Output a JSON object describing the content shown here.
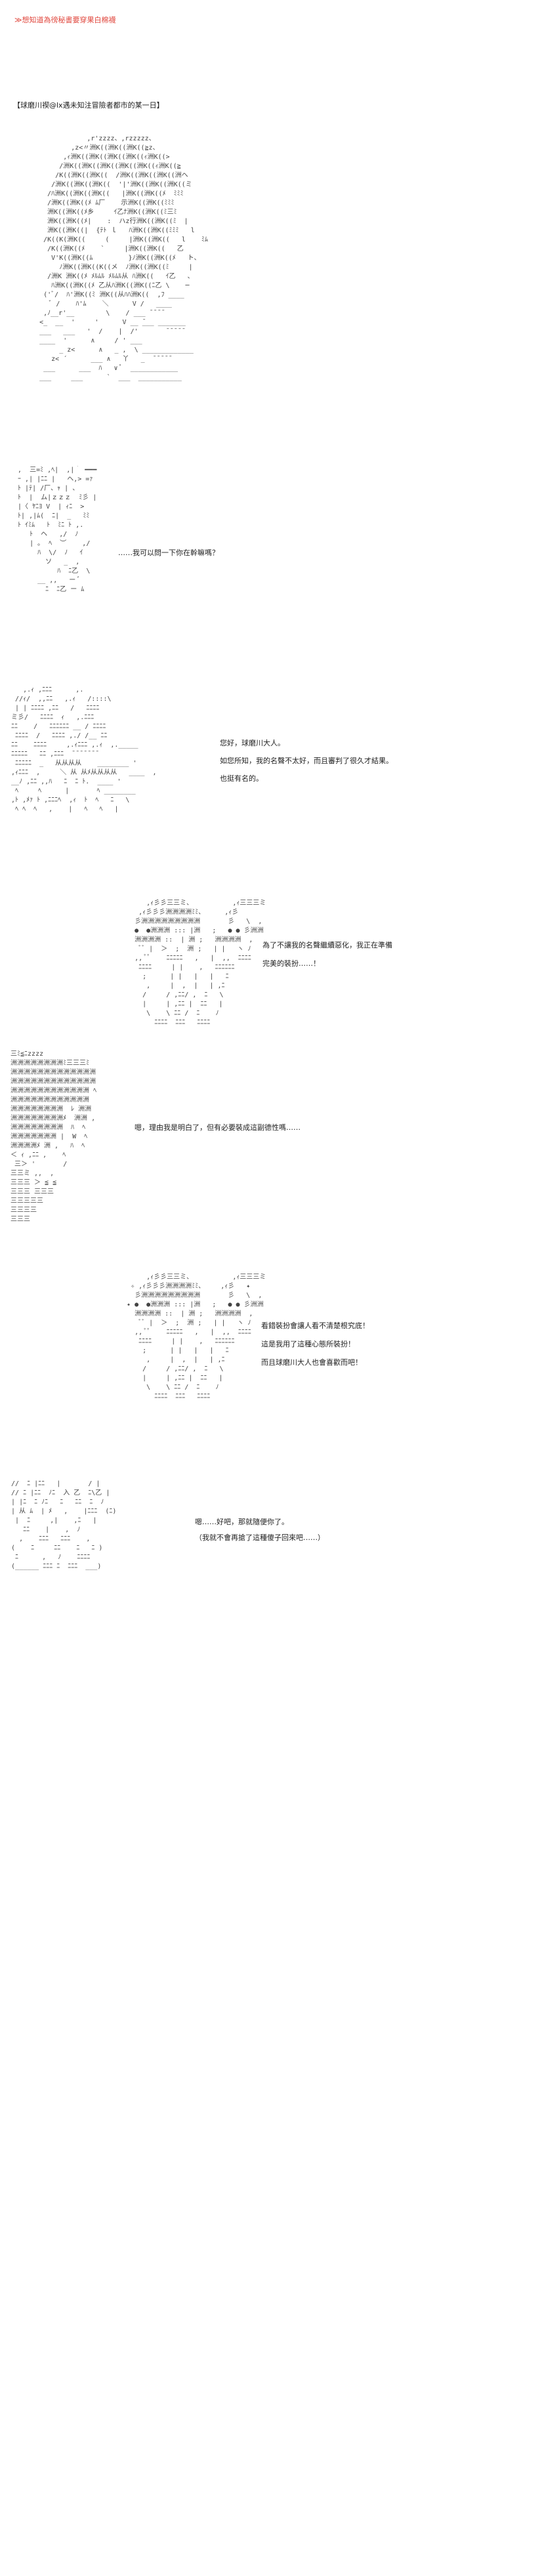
{
  "header": {
    "title": "≫想知道為徬秘書要穿果白棉襪",
    "chapter_heading": "【球磨川禊@lx遇未知注冒險者都市的某一日】"
  },
  "scenes": [
    {
      "art": [
        "                 ,r'zzzz、,rzzzzz、",
        "             ,z<〃洲K((洲K((洲K((≧z、",
        "           ,ｨ洲K((洲K((洲K((洲K((ｨ洲K((>",
        "          /洲K((洲K((洲K((洲K((洲K((ｨ洲K((≧",
        "         /K((洲K((洲K((  /洲K((洲K((洲K((洲ヘ",
        "        /洲K((洲K((洲K((  '|'洲K((洲K((洲K((ミ",
        "       /ﾊ洲K((洲K((洲K((   |洲K((洲K((ﾒ  ﾐﾐﾐ",
        "       /洲K((洲K((ﾒ ﾑ厂    示洲K((洲K((ﾐﾐﾐ",
        "       洲K((洲K((ﾒ乡     ｲ乙ﾅ洲K((洲K((ﾐ三ﾐ",
        "       洲K((洲K((ﾒ|    :  ハz行洲K((洲K((ﾐ  |",
        "       洲K((洲K((|  {ﾃﾄ ｌ   ﾊ洲K((洲K((ﾐﾐﾐ   l",
        "      /K((K(洲K((     (     |洲K((洲K((   l    ﾐﾑ",
        "       /K((洲K((ﾒ    `     |洲K((洲K((   乙",
        "        V'K((洲K((ﾑ         }ﾉ洲K((洲K((ﾒ   ト、",
        "          ﾉ洲K((洲K((K((メ  ﾉ洲K((洲K((ﾐ     |",
        "       /洲K 洲K((ﾒ ﾒﾙﾑﾙ ﾒﾙﾑﾙ从 ﾊ洲K((   ｲ乙   、",
        "        ﾊ洲K((洲K((ﾒ 乙从ﾊ洲K((洲K((ﾆ乙 \\    ─",
        "      ('ﾞ/  ﾊ'洲K((ﾐ 洲K((从ﾊﾊ洲K((  ,ﾌ ____",
        "        ﾞ /    ﾊ'ﾑ    ＼      V /   ____",
        "      ,ﾉ__r'__        \\    / ___ ̄ ̄ ̄ ̄",
        "     <_  __  '     '      V __ ̄___ _______",
        "     ___   ___   '  /    |  /'       ̄ ̄ ̄ ̄ ̄",
        "     ____  '      ∧     / ' ___",
        "          _ z<      ∧   _ ,  \\ _____________",
        "        z< ´      ___ ∧   丫   _  ̄ ̄ ̄ ̄ ̄",
        "      ___      ___  ﾊ   ∨ ﾟ  ____________",
        "     ___     ___      `  ___  ___________"
      ],
      "lines": []
    },
    {
      "art": [
        "  ,  三=ﾐ ,ﾍ|  ,|｀ ━━━",
        "  ｰ ,| |ﾆﾆ |   ヘ,> =ｧ",
        "  ﾄ |ﾃ| /厂、ｬ | 、",
        "  ﾄ  |  ム|ｚｚｚ  ﾐ彡 |",
        "  |〈 ﾔﾆﾖ V  | ｨﾆ  >",
        "  ﾄ| ,|ﾑ(  ﾆ|  _   ﾐﾐ",
        "  ﾄ ｲﾐﾑ   ﾄ  ﾐﾆ ﾄ ,.",
        "     ﾄ  ヘ   ,/  ﾉ",
        "     | ｡  ﾍ  ︶    ,/",
        "       ﾊ  \\/  ﾉ   ｲ",
        "         ソ   _  ,",
        "            ﾊ  ﾆ乙  \\",
        "       __ ,,   ー ﾞ",
        "         ﾆ  ﾆ乙 ー ﾑ"
      ],
      "lines": [
        "……我可以問一下你在幹嘛嗎？"
      ]
    },
    {
      "art": [
        "     ,.ｨ ,ﾆﾆﾆ      ,.",
        "   //ｨ/  ,,ﾆﾆ   ,.ｨ   /::::\\",
        "   | | ﾆﾆﾆﾆ ,ﾆﾆ   /   ﾆﾆﾆﾆ",
        "  ミ彡/   ﾆﾆﾆﾆ  ｨ   ,.ﾆﾆﾆ",
        "  ﾆﾆ    /   ﾆﾆﾆﾆﾆﾆ __ / ﾆﾆﾆﾆ",
        "   ﾆﾆﾆﾆ  /   ﾆﾆﾆﾆ ,./ /__ ﾆﾆ",
        "  ﾆﾆ    ﾆﾆﾆﾆ     ,.ｨﾆﾆﾆ ,.ｨ  ,._____",
        "  ﾆﾆﾆﾆﾆ   ﾆﾆ ,ﾆﾆﾆ  ̄ ̄ ̄ ̄ ̄ ̄ ̄",
        "   ﾆﾆﾆﾆﾆ  _   从从从从    ________ '",
        "  ,ｨﾆﾆﾆ  ,     ＼ 从 从ﾒ从从从从   ____  ,",
        "  __ﾉ ,ﾆﾆ ,,ﾊ   ﾆ  ﾆ ﾄ.  ____ '",
        "   ﾍ     ﾍ      |       ﾍ ________",
        "  ,ﾄ ,ﾒｧ ﾄ ,ﾆﾆﾆﾍ  ,ｨ  ﾄ  ﾍ   ﾆ   \\",
        "   ﾍ ﾍ  ﾍ   ,    |   ﾍ   ﾍ   |"
      ],
      "lines": [
        "您好，球磨川大人。",
        "如您所知，我的名聲不太好，而且審判了很久才結果。",
        "也挺有名的。"
      ]
    },
    {
      "art": [
        "        ,ｨ彡彡三三ミ、          ,ｨ三三三ミ",
        "      ,ｨ彡彡彡洲洲洲洲ﾐﾐ、     ,ｨ彡",
        "     彡洲洲洲洲洲洲洲洲洲       彡   \\  ,",
        "     ●  ●洲洲洲 ::: |洲   ;   ● ● 彡洲洲",
        "     洲洲洲洲 ::  | 洲 ;   洲洲洲洲  ,",
        "      ﾞﾞ |  ＞  ;  洲 ;   | |   ヽ ﾉ",
        "     ,, ﾟﾟ    ﾆﾆﾆﾆﾆ   ,   |  ,,  ﾆﾆﾆﾆ",
        "      ﾆﾆﾆﾆ     | |    ,   ﾆﾆﾆﾆﾆﾆ",
        "       ;      | |   |   |   ﾆ",
        "        ,     |  ,  |   | ,ﾆ",
        "       /     / ,ﾆﾆ/ ,  ﾆ   \\",
        "       |     | ,ﾆﾆ |  ﾆﾆ   |",
        "        \\    \\ ﾆﾆ /  ﾆ    ﾉ",
        "          ﾆﾆﾆﾆ  ﾆﾆﾆ   ﾆﾆﾆﾆ"
      ],
      "lines": [
        "為了不讓我的名聲繼續惡化，我正在準備",
        "完美的裝扮……！"
      ]
    },
    {
      "art": [
        " 三ﾐ≦ﾆzzzz",
        " 洲洲洲洲洲洲洲洲ﾐ三三三ﾐ",
        " 洲洲洲洲洲洲洲洲洲洲洲洲洲",
        " 洲洲洲洲洲洲洲洲洲洲洲洲洲",
        " 洲洲洲洲洲洲洲洲洲洲洲洲 ﾍ",
        " 洲洲洲洲洲洲洲洲洲洲洲洲",
        " 洲洲洲洲洲洲洲洲  ﾚ 洲洲",
        " 洲洲洲洲洲洲洲洲ﾒ  洲洲 ,",
        " 洲洲洲洲洲洲洲洲  ﾊ  ﾍ",
        " 洲洲洲洲洲洲洲 |  W  ﾍ",
        " 洲洲洲洲ﾒ 洲 ,   ﾊ  ﾍ",
        " ＜ ｨ ,ﾆﾆ ,    ﾍ",
        "  三＞ '       /",
        " 三三ミ ,,  ,",
        " 三三三 ＞ ≦ ≦",
        " 三三三 三三三",
        " 三三三三三",
        " 三三三三",
        " 三三三"
      ],
      "lines": [
        "嗯，理由我是明白了，但有必要裝成這副德性嗎……"
      ]
    },
    {
      "art": [
        "        ,ｨ彡彡三三ミ、          ,ｨ三三三ミ",
        "    ✧ ,ｨ彡彡彡洲洲洲洲ﾐﾐ、    ,ｨ彡   ✦",
        "     彡洲洲洲洲洲洲洲洲洲       彡   \\  ,",
        "   ✦ ●  ●洲洲洲 ::: |洲   ;   ● ● 彡洲洲",
        "     洲洲洲洲 ::  | 洲 ;   洲洲洲洲  ,",
        "      ﾞﾞ |  ＞  ;  洲 ;   | |   ヽ ﾉ",
        "     ,, ﾟﾟ    ﾆﾆﾆﾆﾆ   ,   |  ,,  ﾆﾆﾆﾆ",
        "      ﾆﾆﾆﾆ     | |    ,   ﾆﾆﾆﾆﾆﾆ",
        "       ;      | |   |   |   ﾆ",
        "        ,     |  ,  |   | ,ﾆ",
        "       /     / ,ﾆﾆ/ ,  ﾆ   \\",
        "       |     | ,ﾆﾆ |  ﾆﾆ   |",
        "        \\    \\ ﾆﾆ /  ﾆ    ﾉ",
        "          ﾆﾆﾆﾆ  ﾆﾆﾆ   ﾆﾆﾆﾆ"
      ],
      "lines": [
        "看錯裝扮會讓人看不清楚根究底！",
        "這是我用了這種心態所裝扮！",
        "而且球磨川大人也會喜歡而吧！"
      ]
    },
    {
      "art": [
        "  //  ﾆ |ﾆﾆ   |       / |",
        "  // ﾆ |ﾆﾆ  ﾉﾆ  入 乙  ﾆ\\乙 |",
        "  | |ﾆ  ﾆ ﾉﾆ   ﾆ   ﾆﾆ  ﾆ  ﾉ",
        "  | 从 ﾑ  | ﾒ   ,    |ﾆﾆﾆ  (ﾆ)",
        "   |  ﾆ     ,|    ,ﾆ   |",
        "     ﾆﾆ    |    ,  ﾉ",
        "    ,    ﾆﾆﾆ   ﾆﾆﾆ    ,",
        "  (    ﾆ     ﾆﾆ    ﾆ   ﾆ )",
        "   ﾆ      ,   ﾉ    ﾆﾆﾆﾆ",
        "  (______ ﾆﾆﾆ ﾆ  ﾆﾆﾆ  ___)"
      ],
      "lines": [
        "嗯……好吧，那就隨便你了。",
        "（我就不會再搶了這種傻子回來吧……）"
      ]
    }
  ]
}
